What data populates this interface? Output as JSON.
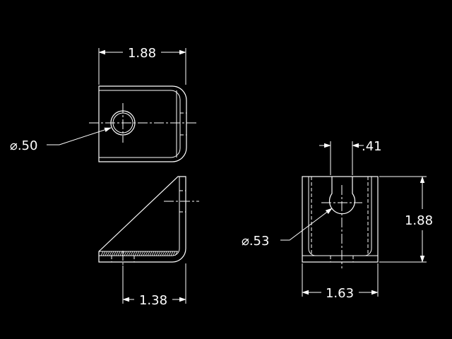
{
  "drawing": {
    "background": "#000000",
    "line_color": "#ffffff"
  },
  "top_view": {
    "width_dim": "1.88",
    "hole_dia": "⌀.50"
  },
  "side_view": {
    "length_dim": "1.38"
  },
  "front_view": {
    "slot_width_dim": ".41",
    "height_dim": "1.88",
    "width_dim": "1.63",
    "hole_dia": "⌀.53"
  }
}
